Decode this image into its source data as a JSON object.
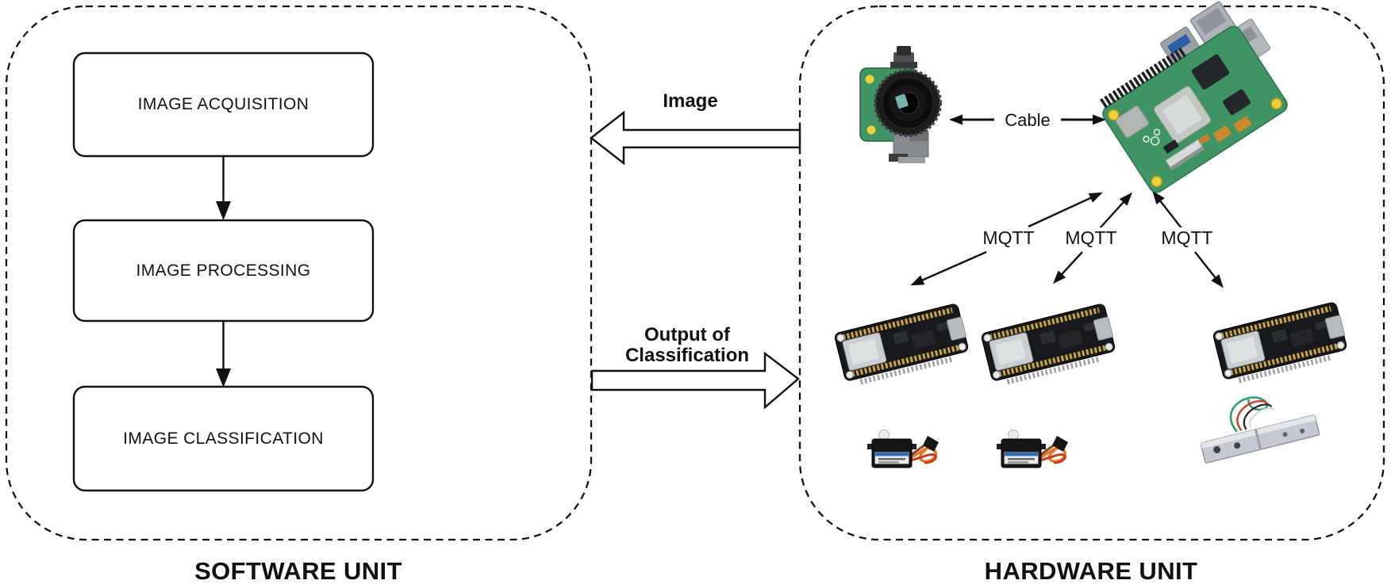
{
  "software_unit": {
    "label": "SOFTWARE UNIT",
    "boxes": [
      {
        "label": "IMAGE ACQUISITION"
      },
      {
        "label": "IMAGE PROCESSING"
      },
      {
        "label": "IMAGE CLASSIFICATION"
      }
    ]
  },
  "hardware_unit": {
    "label": "HARDWARE UNIT",
    "components": [
      {
        "name": "camera-module"
      },
      {
        "name": "raspberry-pi"
      },
      {
        "name": "nodemcu-board-1"
      },
      {
        "name": "nodemcu-board-2"
      },
      {
        "name": "nodemcu-board-3"
      },
      {
        "name": "servo-motor-1"
      },
      {
        "name": "servo-motor-2"
      },
      {
        "name": "load-cell"
      }
    ]
  },
  "connections": {
    "image_label": "Image",
    "output_label": "Output of Classification",
    "cable_label": "Cable",
    "mqtt_labels": [
      "MQTT",
      "MQTT",
      "MQTT"
    ]
  },
  "colors": {
    "ink": "#111111",
    "canvas-bg": "#ffffff",
    "pcb-green": "#3f9463",
    "board-dark": "#17191d",
    "pin-gold": "#caa53d",
    "wire-orange": "#e87722",
    "hole-yellow": "#efcf3a",
    "metal-silver": "#b7bcc0"
  }
}
